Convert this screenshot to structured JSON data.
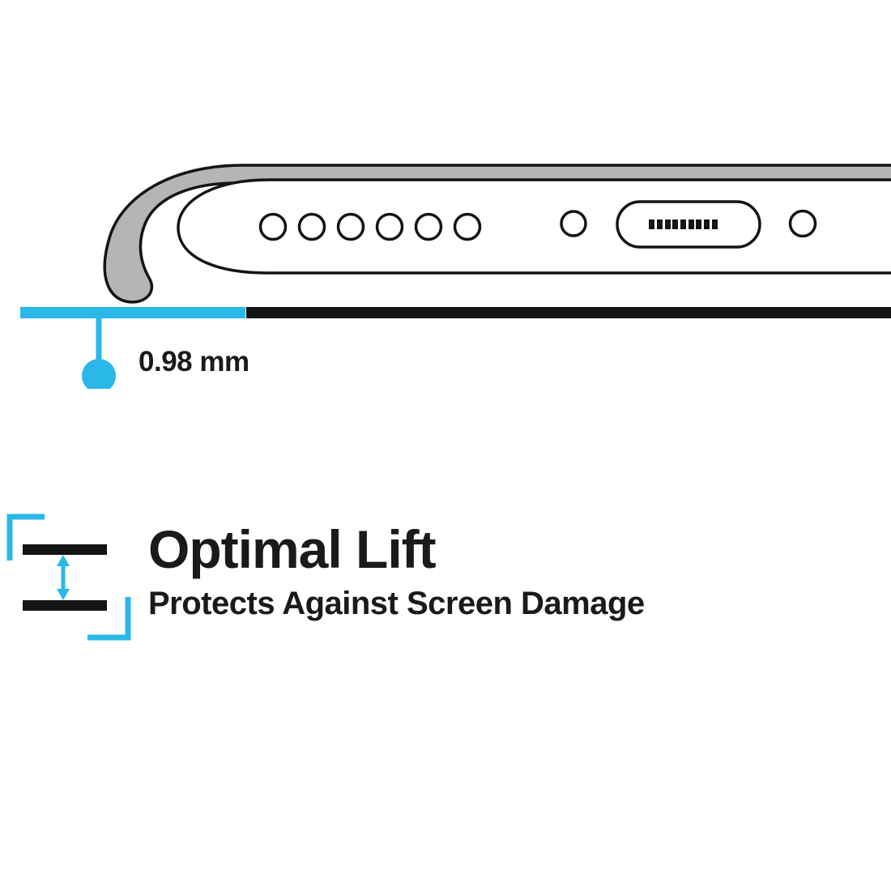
{
  "colors": {
    "accent_cyan": "#29b8e8",
    "outline_black": "#141414",
    "text_black": "#1a1a1a",
    "case_gray": "#b5b5b5",
    "background": "#ffffff"
  },
  "measurement": {
    "label": "0.98 mm"
  },
  "feature": {
    "title": "Optimal Lift",
    "subtitle": "Protects Against Screen Damage"
  },
  "icons": [
    {
      "name": "phone-bottom-edge-illustration"
    },
    {
      "name": "lift-gap-icon"
    }
  ]
}
